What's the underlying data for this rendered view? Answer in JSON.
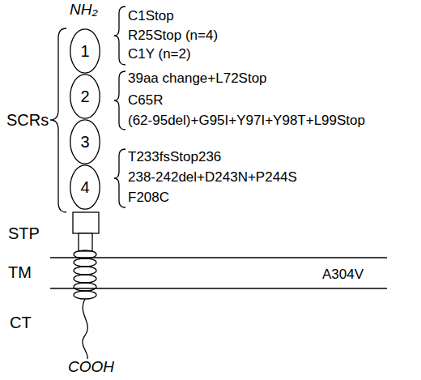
{
  "diagram": {
    "nodes": [
      {
        "text": [
          "1"
        ]
      },
      {
        "text": [
          "2"
        ]
      },
      {
        "text": [
          "3"
        ]
      },
      {
        "text": [
          "4"
        ]
      }
    ],
    "labels": [
      "NH₂",
      "C1Stop",
      "R25Stop (n=4)",
      "C1Y (n=2)",
      "39aa change+L72Stop",
      "C65R",
      "(62-95del)+G95I+Y97I+Y98T+L99Stop",
      "T233fsStop236",
      "238-242del+D243N+P244S",
      "F208C",
      "SCRs",
      "STP",
      "TM",
      "A304V",
      "CT",
      "COOH"
    ]
  }
}
